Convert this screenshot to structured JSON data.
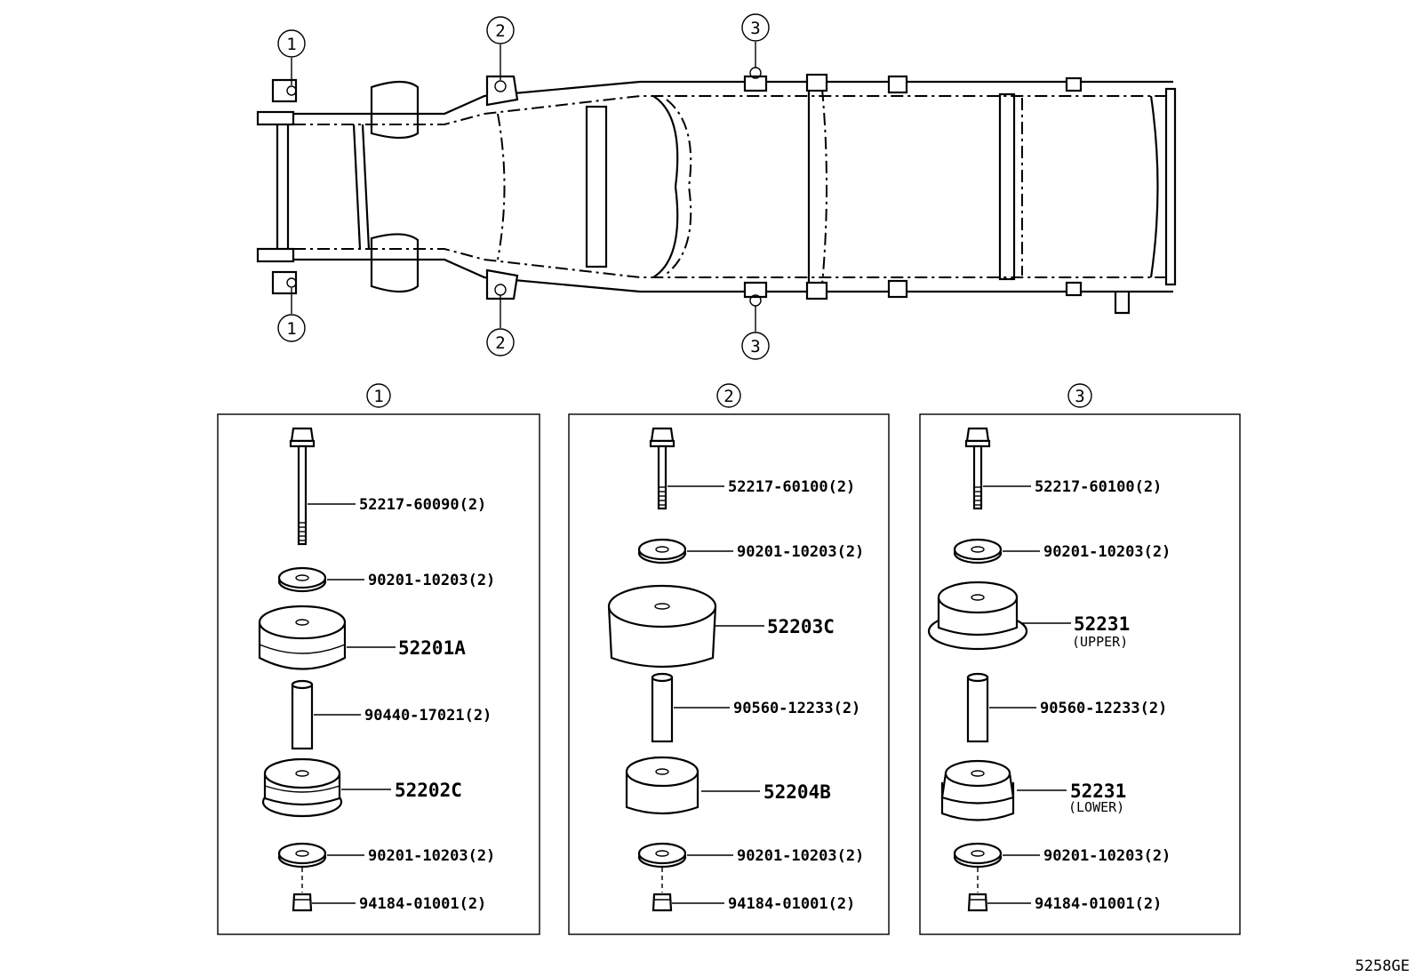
{
  "frame": {
    "callouts": [
      {
        "num": "1"
      },
      {
        "num": "2"
      },
      {
        "num": "3"
      },
      {
        "num": "1"
      },
      {
        "num": "2"
      },
      {
        "num": "3"
      }
    ]
  },
  "panels": [
    {
      "num": "1",
      "parts": {
        "bolt": "52217-60090(2)",
        "washer_top": "90201-10203(2)",
        "upper_cushion": "52201A",
        "collar": "90440-17021(2)",
        "lower_cushion": "52202C",
        "washer_bottom": "90201-10203(2)",
        "nut": "94184-01001(2)"
      }
    },
    {
      "num": "2",
      "parts": {
        "bolt": "52217-60100(2)",
        "washer_top": "90201-10203(2)",
        "upper_cushion": "52203C",
        "collar": "90560-12233(2)",
        "lower_cushion": "52204B",
        "washer_bottom": "90201-10203(2)",
        "nut": "94184-01001(2)"
      }
    },
    {
      "num": "3",
      "parts": {
        "bolt": "52217-60100(2)",
        "washer_top": "90201-10203(2)",
        "upper_cushion": "52231",
        "upper_cushion_sub": "(UPPER)",
        "collar": "90560-12233(2)",
        "lower_cushion": "52231",
        "lower_cushion_sub": "(LOWER)",
        "washer_bottom": "90201-10203(2)",
        "nut": "94184-01001(2)"
      }
    }
  ],
  "figure_code": "5258GE"
}
